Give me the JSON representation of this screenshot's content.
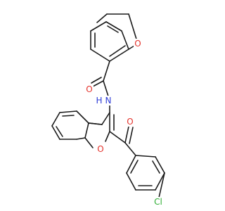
{
  "structure": {
    "atom_labels": {
      "ether_oxygen": "O",
      "carbonyl_oxygen_amide": "O",
      "amide_nitrogen": "N",
      "amide_hydrogen": "H",
      "carbonyl_oxygen_ketone": "O",
      "furan_oxygen": "O",
      "chlorine": "Cl"
    },
    "colors": {
      "bond": "#1a1a1a",
      "oxygen": "#e4322b",
      "nitrogen": "#2c3bd6",
      "chlorine": "#2fae34"
    }
  }
}
